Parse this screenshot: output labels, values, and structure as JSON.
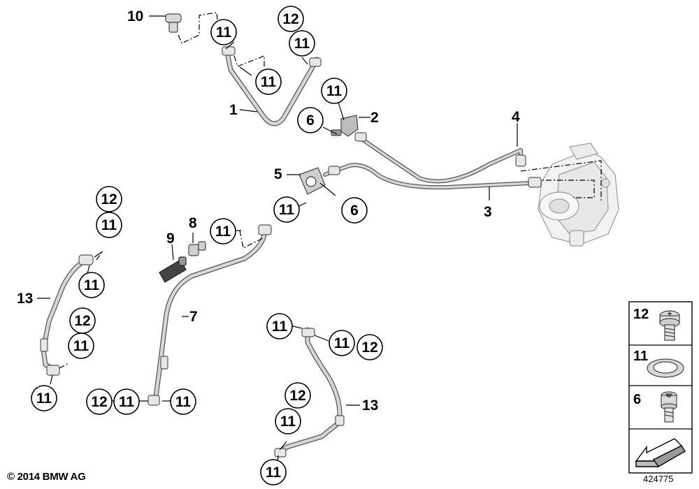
{
  "diagram": {
    "number_labels": {
      "l1": "1",
      "l2": "2",
      "l3": "3",
      "l4": "4",
      "l5": "5",
      "l6": "6",
      "l7": "7",
      "l8": "8",
      "l9": "9",
      "l10": "10",
      "l13a": "13",
      "l13b": "13"
    },
    "callouts": {
      "c1": "11",
      "c2": "12",
      "c3": "11",
      "c4": "11",
      "c5": "11",
      "c6": "6",
      "c7": "11",
      "c8": "6",
      "c9": "11",
      "c10": "12",
      "c11": "11",
      "c12": "11",
      "c13": "12",
      "c14": "11",
      "c15": "11",
      "c16": "12",
      "c17": "11",
      "c18": "11",
      "c19": "11",
      "c20": "11",
      "c21": "12",
      "c22": "12",
      "c23": "11",
      "c24": "11"
    }
  },
  "legend": {
    "items": [
      {
        "number": "12",
        "part_icon": "bolt-icon"
      },
      {
        "number": "11",
        "part_icon": "sealing-ring-icon"
      },
      {
        "number": "6",
        "part_icon": "socket-screw-icon"
      }
    ],
    "arrow_icon": "orientation-arrow-icon"
  },
  "footer": {
    "copyright": "© 2014 BMW AG",
    "diagram_number": "424775"
  },
  "colors": {
    "line": "#555555",
    "pipe": "#c8c8c8",
    "border": "#000000"
  }
}
